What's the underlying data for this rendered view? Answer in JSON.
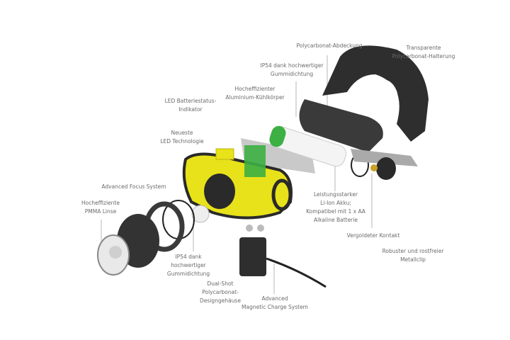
{
  "labels": {
    "cover": [
      "Polycarbonat-Abdeckung"
    ],
    "holder": [
      "Transparente",
      "Polycarbonat-Halterung"
    ],
    "seal_top": [
      "IP54 dank hochwertiger",
      "Gummidichtung"
    ],
    "heatsink": [
      "Hocheffizienter",
      "Aluminium-Kühlkörper"
    ],
    "battery_indicator": [
      "LED Batteriestatus-",
      "Indikator"
    ],
    "led": [
      "Neueste",
      "LED Technologie"
    ],
    "focus": [
      "Advanced Focus System"
    ],
    "lens": [
      "Hocheffiziente",
      "PMMA Linse"
    ],
    "seal_bottom": [
      "IP54 dank",
      "hochwertiger",
      "Gummidichtung"
    ],
    "housing": [
      "Dual-Shot",
      "Polycarbonat-",
      "Designgehäuse"
    ],
    "charge": [
      "Advanced",
      "Magnetic Charge System"
    ],
    "battery": [
      "Leistungsstarker",
      "Li-Ion Akku;",
      "Kompatibel mit 1 x AA",
      "Alkaline Batterie"
    ],
    "contact": [
      "Vergoldeter Kontakt"
    ],
    "clip": [
      "Robuster und rostfreier",
      "Metallclip"
    ]
  },
  "colors": {
    "housing_yellow": "#e8e21a",
    "battery_green": "#3cb043",
    "dark_part": "#2e2e2e",
    "label_text": "#6a6a6a"
  }
}
